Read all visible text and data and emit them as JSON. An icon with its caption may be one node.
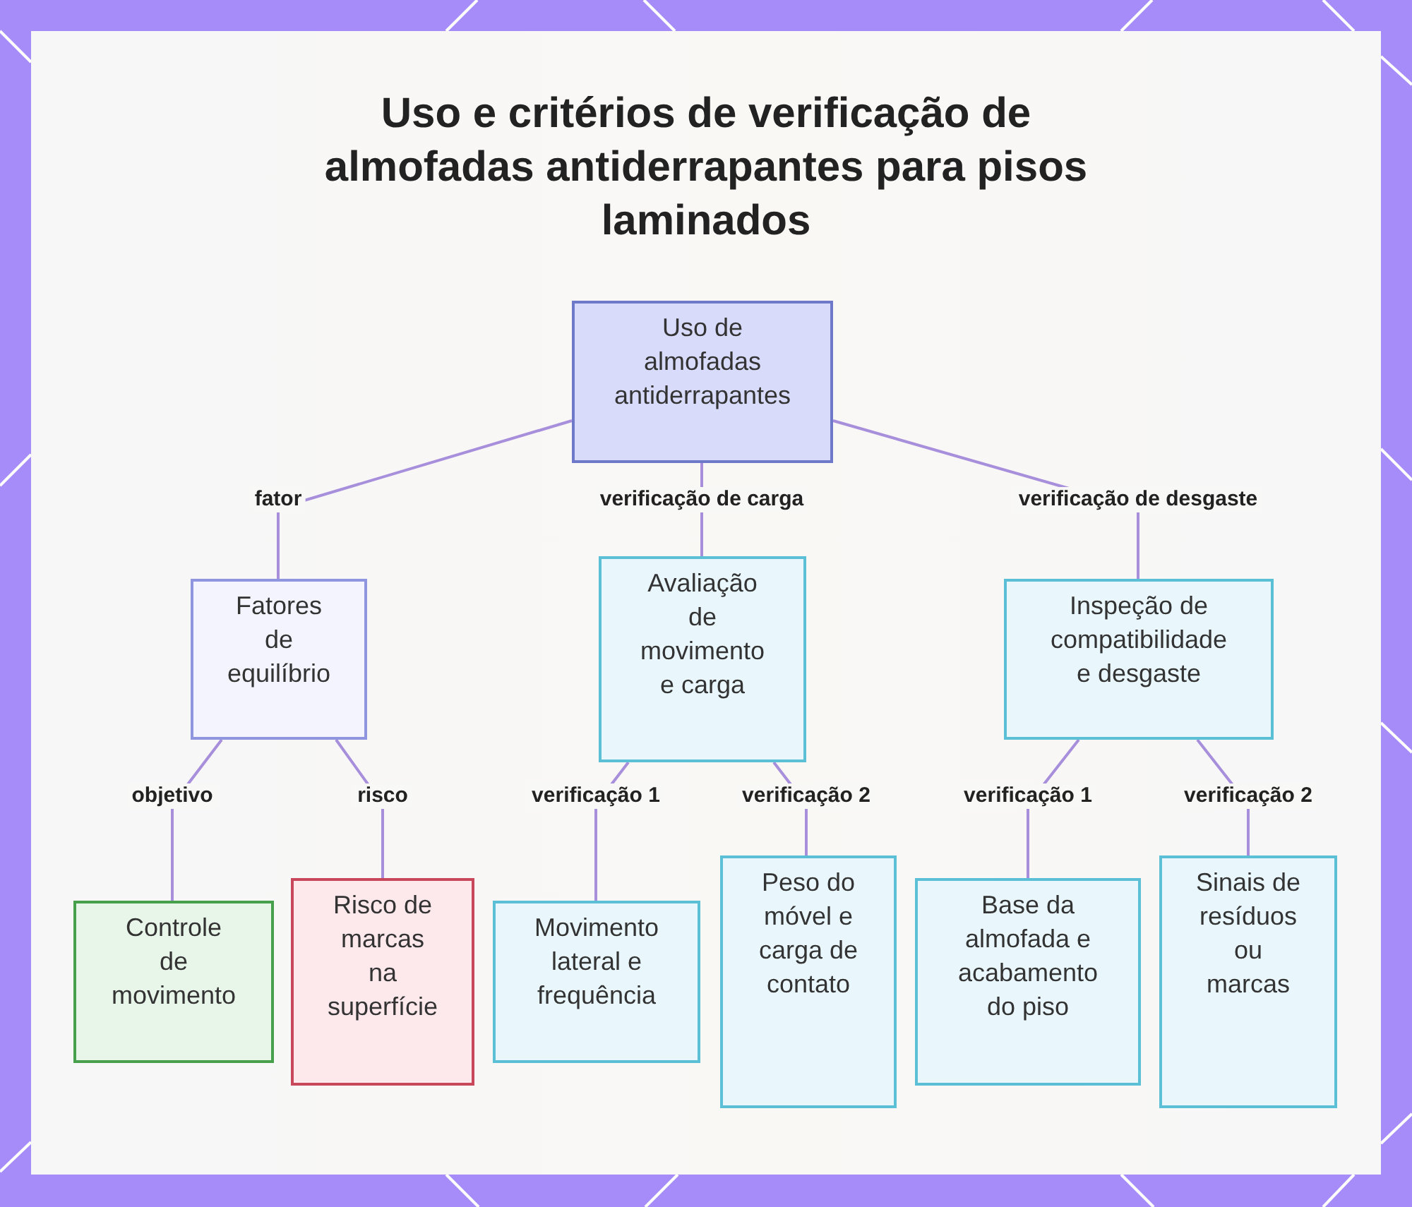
{
  "diagram": {
    "title": "Uso e critérios de verificação de almofadas antiderrapantes para pisos laminados",
    "nodes": [
      {
        "text": [
          "Uso de almofadas antiderrapantes"
        ]
      },
      {
        "text": [
          "Fatores de equilíbrio"
        ]
      },
      {
        "text": [
          "Avaliação de movimento e carga"
        ]
      },
      {
        "text": [
          "Inspeção de compatibilidade e desgaste"
        ]
      },
      {
        "text": [
          "Controle de movimento"
        ]
      },
      {
        "text": [
          "Risco de marcas na superfície"
        ]
      },
      {
        "text": [
          "Movimento lateral e frequência"
        ]
      },
      {
        "text": [
          "Peso do móvel e carga de contato"
        ]
      },
      {
        "text": [
          "Base da almofada e acabamento do piso"
        ]
      },
      {
        "text": [
          "Sinais de resíduos ou marcas"
        ]
      }
    ],
    "edges": [
      {
        "from": 0,
        "to": 1,
        "arrow": "none",
        "label": "fator"
      },
      {
        "from": 0,
        "to": 2,
        "arrow": "none",
        "label": "verificação de carga"
      },
      {
        "from": 0,
        "to": 3,
        "arrow": "none",
        "label": "verificação de desgaste"
      },
      {
        "from": 1,
        "to": 4,
        "arrow": "none",
        "label": "objetivo"
      },
      {
        "from": 1,
        "to": 5,
        "arrow": "none",
        "label": "risco"
      },
      {
        "from": 2,
        "to": 6,
        "arrow": "none",
        "label": "verificação 1"
      },
      {
        "from": 2,
        "to": 7,
        "arrow": "none",
        "label": "verificação 2"
      },
      {
        "from": 3,
        "to": 8,
        "arrow": "none",
        "label": "verificação 1"
      },
      {
        "from": 3,
        "to": 9,
        "arrow": "none",
        "label": "verificação 2"
      }
    ]
  }
}
